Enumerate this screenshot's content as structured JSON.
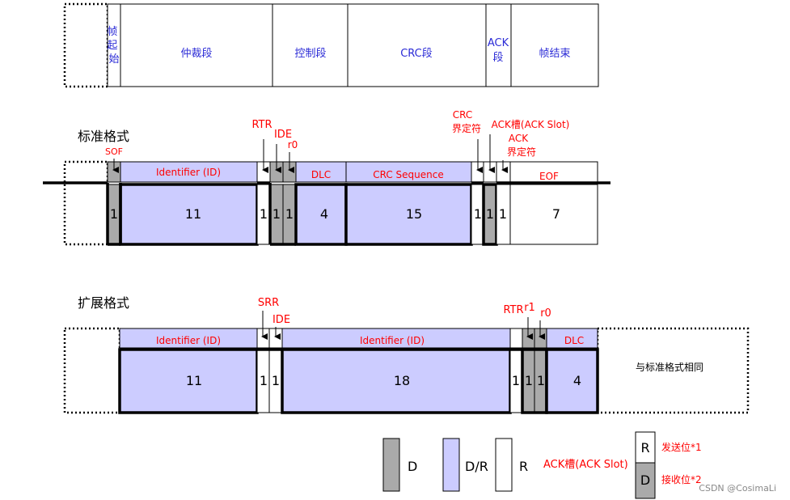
{
  "overview": {
    "sof": "帧起始",
    "arbitration": "仲裁段",
    "control": "控制段",
    "crc": "CRC段",
    "ack_line1": "ACK",
    "ack_line2": "段",
    "eof": "帧结束"
  },
  "standard": {
    "title": "标准格式",
    "sof_label": "SOF",
    "id_label": "Identifier (ID)",
    "rtr_label": "RTR",
    "ide_label": "IDE",
    "r0_label": "r0",
    "dlc_label": "DLC",
    "crc_seq_label": "CRC Sequence",
    "crc_delim_line1": "CRC",
    "crc_delim_line2": "界定符",
    "ack_slot_label": "ACK槽(ACK Slot)",
    "ack_delim_line1": "ACK",
    "ack_delim_line2": "界定符",
    "eof_label": "EOF",
    "bits": {
      "sof": "1",
      "id": "11",
      "rtr": "1",
      "ide": "1",
      "r0": "1",
      "dlc": "4",
      "crc": "15",
      "crc_delim": "1",
      "ack_slot": "1",
      "ack_delim": "1",
      "eof": "7"
    }
  },
  "extended": {
    "title": "扩展格式",
    "id_label_1": "Identifier (ID)",
    "srr_label": "SRR",
    "ide_label": "IDE",
    "id_label_2": "Identifier (ID)",
    "rtr_label": "RTR",
    "r1_label": "r1",
    "r0_label": "r0",
    "dlc_label": "DLC",
    "same_as_standard": "与标准格式相同",
    "bits": {
      "id1": "11",
      "srr": "1",
      "ide": "1",
      "id2": "18",
      "rtr": "1",
      "r1": "1",
      "r0": "1",
      "dlc": "4"
    }
  },
  "legend": {
    "d": "D",
    "dr": "D/R",
    "r": "R",
    "ack_slot": "ACK槽(ACK Slot)",
    "r_box": "R",
    "d_box": "D",
    "send_bit": "发送位*1",
    "recv_bit": "接收位*2"
  },
  "watermark": "CSDN @CosimaLi",
  "colors": {
    "dominant": "#aaaaaa",
    "dominant_or_recessive": "#ccccff",
    "recessive": "#ffffff",
    "red_label": "#ff0000",
    "blue_label": "#2b2bd6"
  }
}
